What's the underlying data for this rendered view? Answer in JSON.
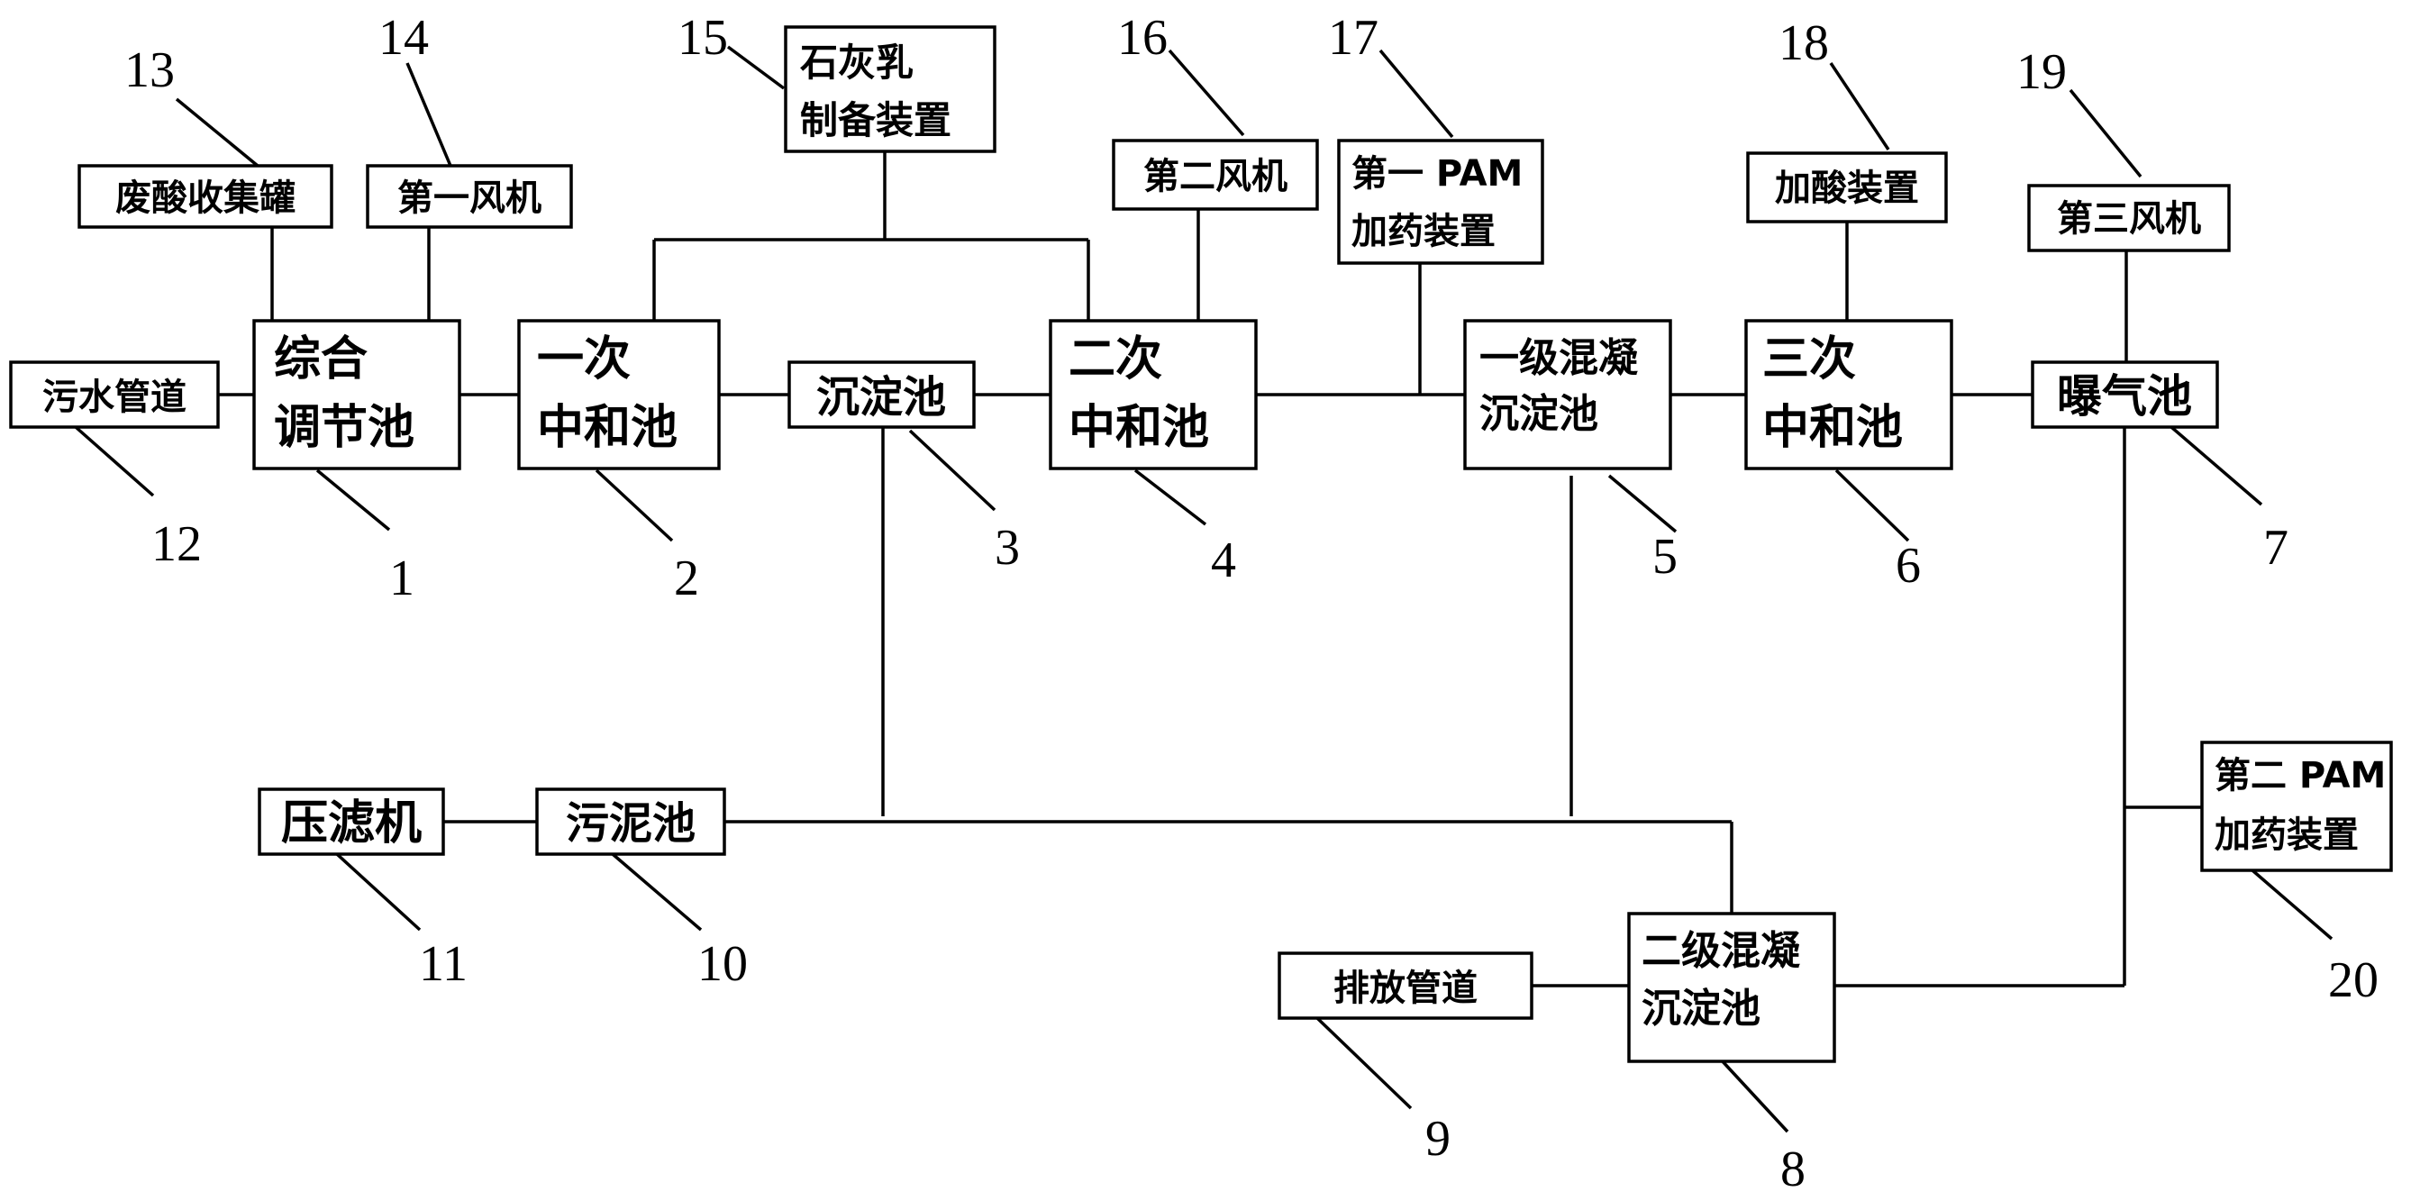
{
  "boxes": {
    "b1": [
      "综合",
      "调节池"
    ],
    "b2": [
      "一次",
      "中和池"
    ],
    "b3": [
      "沉淀池"
    ],
    "b4": [
      "二次",
      "中和池"
    ],
    "b5": [
      "一级混凝",
      "沉淀池"
    ],
    "b6": [
      "三次",
      "中和池"
    ],
    "b7": [
      "曝气池"
    ],
    "b8": [
      "二级混凝",
      "沉淀池"
    ],
    "b9": [
      "排放管道"
    ],
    "b10": [
      "污泥池"
    ],
    "b11": [
      "压滤机"
    ],
    "b12": [
      "污水管道"
    ],
    "b13": [
      "废酸收集罐"
    ],
    "b14": [
      "第一风机"
    ],
    "b15": [
      "石灰乳",
      "制备装置"
    ],
    "b16": [
      "第二风机"
    ],
    "b17": [
      "第一 PAM",
      "加药装置"
    ],
    "b18": [
      "加酸装置"
    ],
    "b19": [
      "第三风机"
    ],
    "b20": [
      "第二 PAM",
      "加药装置"
    ]
  },
  "numbers": {
    "n1": "1",
    "n2": "2",
    "n3": "3",
    "n4": "4",
    "n5": "5",
    "n6": "6",
    "n7": "7",
    "n8": "8",
    "n9": "9",
    "n10": "10",
    "n11": "11",
    "n12": "12",
    "n13": "13",
    "n14": "14",
    "n15": "15",
    "n16": "16",
    "n17": "17",
    "n18": "18",
    "n19": "19",
    "n20": "20"
  }
}
